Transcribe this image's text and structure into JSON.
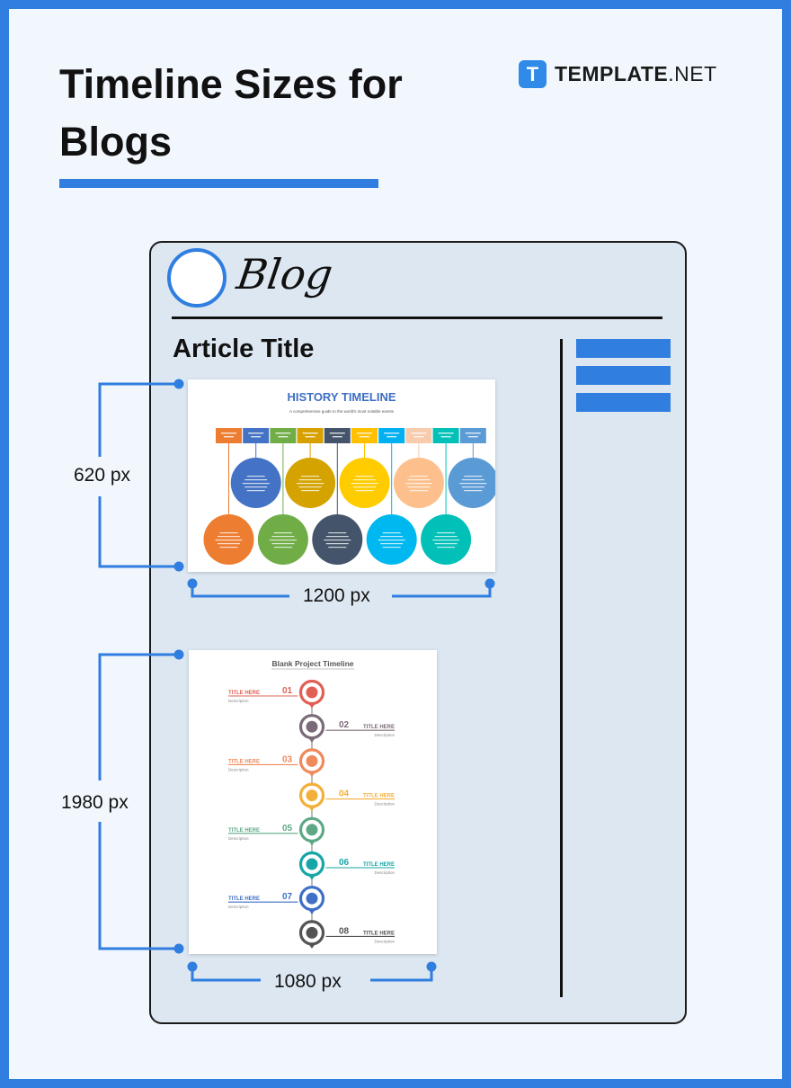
{
  "page": {
    "title": "Timeline Sizes for Blogs",
    "brand": {
      "mark": "T",
      "name_bold": "TEMPLATE",
      "name_light": ".NET"
    },
    "accent_color": "#2f7ee0"
  },
  "mockup": {
    "blog_logo": "Blog",
    "article_title": "Article Title",
    "sidebar_item_count": 3
  },
  "examples": [
    {
      "height_label": "620 px",
      "width_label": "1200 px",
      "thumbnail": {
        "title": "HISTORY TIMELINE",
        "subtitle": "A comprehensive guide to the world's most notable events",
        "date_colors": [
          "#ed7d31",
          "#4472c4",
          "#70ad47",
          "#d6a100",
          "#44546a",
          "#ffc000",
          "#00b0f0",
          "#f8cbad",
          "#00c0b8",
          "#5b9bd5"
        ],
        "top_circle_colors": [
          "#4472c4",
          "#d4a300",
          "#ffcc00",
          "#fdc08c",
          "#5b9bd5"
        ],
        "bottom_circle_colors": [
          "#ed7d31",
          "#70ad47",
          "#44546a",
          "#00b8f0",
          "#00c0b8"
        ]
      }
    },
    {
      "height_label": "1980 px",
      "width_label": "1080 px",
      "thumbnail": {
        "title": "Blank Project Timeline",
        "item_title": "TITLE HERE",
        "item_desc": "Description",
        "steps": [
          {
            "num": "01",
            "color": "#e06055",
            "icon": "gear-icon",
            "side": "left"
          },
          {
            "num": "02",
            "color": "#7b6b78",
            "icon": "briefcase-icon",
            "side": "right"
          },
          {
            "num": "03",
            "color": "#ef8a5c",
            "icon": "chat-icon",
            "side": "left"
          },
          {
            "num": "04",
            "color": "#f2b03a",
            "icon": "search-icon",
            "side": "right"
          },
          {
            "num": "05",
            "color": "#5fa886",
            "icon": "envelope-icon",
            "side": "left"
          },
          {
            "num": "06",
            "color": "#17a5a5",
            "icon": "globe-icon",
            "side": "right"
          },
          {
            "num": "07",
            "color": "#3f6fc6",
            "icon": "clock-icon",
            "side": "left"
          },
          {
            "num": "08",
            "color": "#545454",
            "icon": "location-pin-icon",
            "side": "right"
          }
        ]
      }
    }
  ]
}
